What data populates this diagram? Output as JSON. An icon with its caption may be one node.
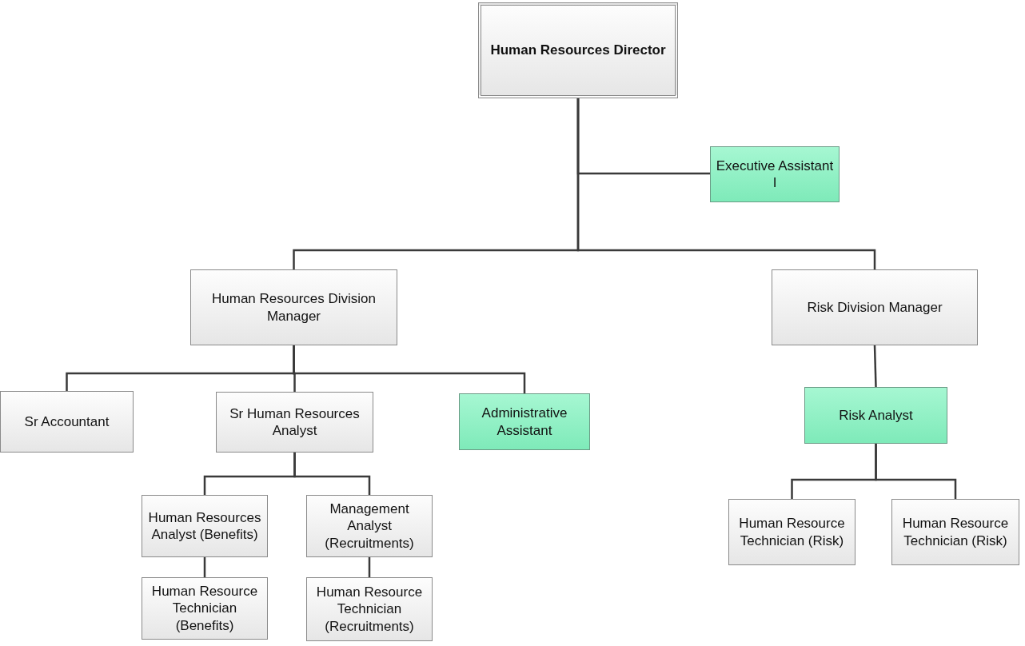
{
  "diagram": {
    "nodes": [
      {
        "text": [
          "Human Resources Director"
        ]
      },
      {
        "text": [
          "Executive Assistant I"
        ]
      },
      {
        "text": [
          "Human Resources Division Manager"
        ]
      },
      {
        "text": [
          "Risk Division Manager"
        ]
      },
      {
        "text": [
          "Sr Accountant"
        ]
      },
      {
        "text": [
          "Sr Human Resources Analyst"
        ]
      },
      {
        "text": [
          "Administrative Assistant"
        ]
      },
      {
        "text": [
          "Risk Analyst"
        ]
      },
      {
        "text": [
          "Human Resources Analyst (Benefits)"
        ]
      },
      {
        "text": [
          "Management Analyst (Recruitments)"
        ]
      },
      {
        "text": [
          "Human Resource Technician (Benefits)"
        ]
      },
      {
        "text": [
          "Human Resource Technician (Recruitments)"
        ]
      },
      {
        "text": [
          "Human Resource Technician (Risk)"
        ]
      },
      {
        "text": [
          "Human Resource Technician (Risk)"
        ]
      }
    ],
    "edges": [
      {
        "from": 0,
        "to": 1,
        "arrow": "none"
      },
      {
        "from": 0,
        "to": 2,
        "arrow": "none"
      },
      {
        "from": 0,
        "to": 3,
        "arrow": "none"
      },
      {
        "from": 2,
        "to": 4,
        "arrow": "none"
      },
      {
        "from": 2,
        "to": 5,
        "arrow": "none"
      },
      {
        "from": 2,
        "to": 6,
        "arrow": "none"
      },
      {
        "from": 3,
        "to": 7,
        "arrow": "none"
      },
      {
        "from": 5,
        "to": 8,
        "arrow": "none"
      },
      {
        "from": 5,
        "to": 9,
        "arrow": "none"
      },
      {
        "from": 8,
        "to": 10,
        "arrow": "none"
      },
      {
        "from": 9,
        "to": 11,
        "arrow": "none"
      },
      {
        "from": 7,
        "to": 12,
        "arrow": "none"
      },
      {
        "from": 7,
        "to": 13,
        "arrow": "none"
      }
    ]
  }
}
